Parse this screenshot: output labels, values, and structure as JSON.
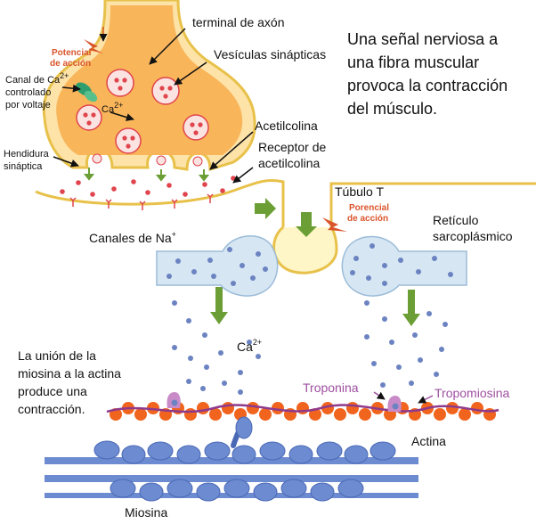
{
  "title_lines": [
    "Una señal nerviosa a",
    "una fibra muscular",
    "provoca la contracción",
    "del músculo."
  ],
  "labels": {
    "axon_terminal": "terminal de axón",
    "synaptic_vesicles": "Vesículas sinápticas",
    "action_potential_1": [
      "Potencial",
      "de acción"
    ],
    "ca_channel": [
      "Canal de Ca",
      "controlado",
      "por voltaje"
    ],
    "ca_sup": "2+",
    "ca_inner": "Ca",
    "ca_inner_sup": "2+",
    "synaptic_cleft": [
      "Hendidura",
      "sináptica"
    ],
    "acetylcholine": "Acetilcolina",
    "ach_receptor": [
      "Receptor de",
      "acetilcolina"
    ],
    "na_channels": "Canales de Na",
    "na_sup": "+",
    "t_tubule": "Túbulo T",
    "action_potential_2": [
      "Porencial",
      "de acción"
    ],
    "sarcoplasmic_reticulum": [
      "Retículo",
      "sarcoplásmico"
    ],
    "calcium": "Ca",
    "calcium_sup": "2+",
    "binding_note": [
      "La unión de la",
      "miosina a la actina",
      "produce una",
      "contracción."
    ],
    "troponin": "Troponina",
    "tropomyosin": "Tropomiosina",
    "actin": "Actina",
    "myosin": "Miosina"
  },
  "colors": {
    "terminal_fill": "#fde3a8",
    "terminal_inner": "#f9b55a",
    "outline": "#e8c14a",
    "vesicle_fill": "#fbe3e2",
    "vesicle_dot": "#e0444c",
    "reticulum_fill": "#d6e7f3",
    "reticulum_dot": "#6c83c2",
    "arrow_green": "#6b9e35",
    "actin": "#f0641e",
    "myosin": "#6d8bd1",
    "tropomyosin": "#8e3a8c",
    "troponin": "#c98bc7",
    "text_red": "#d9542b"
  }
}
